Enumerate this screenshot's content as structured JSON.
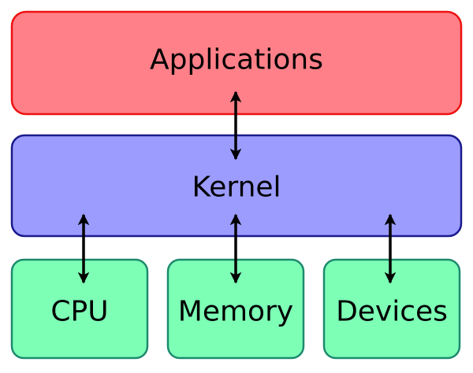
{
  "title": "Operating system kernel layers",
  "colors": {
    "applications_fill": "#ff8088",
    "applications_stroke": "#ee1111",
    "kernel_fill": "#9c9cff",
    "kernel_stroke": "#1a1a8c",
    "hardware_fill": "#7dffb6",
    "hardware_stroke": "#1d8a6e",
    "arrow": "#000000"
  },
  "nodes": {
    "applications": {
      "label": "Applications"
    },
    "kernel": {
      "label": "Kernel"
    },
    "cpu": {
      "label": "CPU"
    },
    "memory": {
      "label": "Memory"
    },
    "devices": {
      "label": "Devices"
    }
  },
  "edges": [
    {
      "from": "applications",
      "to": "kernel",
      "direction": "bidirectional"
    },
    {
      "from": "kernel",
      "to": "cpu",
      "direction": "bidirectional"
    },
    {
      "from": "kernel",
      "to": "memory",
      "direction": "bidirectional"
    },
    {
      "from": "kernel",
      "to": "devices",
      "direction": "bidirectional"
    }
  ]
}
